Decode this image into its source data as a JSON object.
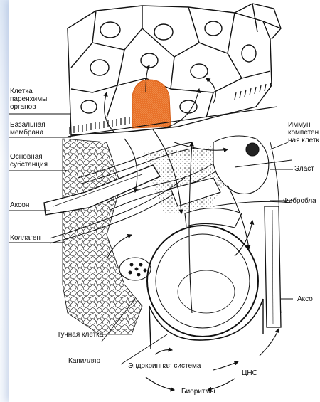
{
  "labels": {
    "parenchyma_cell": "Клетка\nпаренхимы\nорганов",
    "basal_membrane": "Базальная\nмембрана",
    "ground_substance": "Основная\nсубстанция",
    "axon_left": "Аксон",
    "collagen": "Коллаген",
    "mast_cell": "Тучная клетка",
    "capillary": "Капилляр",
    "endocrine_system": "Эндокринная система",
    "cns": "ЦНС",
    "biorhythms": "Биоритмы",
    "immune_cell": "Иммун\nкомпетен\nная клетк",
    "elastin": "Эласт",
    "fibroblast": "Фибробла",
    "axon_right": "Аксо"
  },
  "colors": {
    "highlight_cell": "#e8722a",
    "ink": "#111111"
  }
}
